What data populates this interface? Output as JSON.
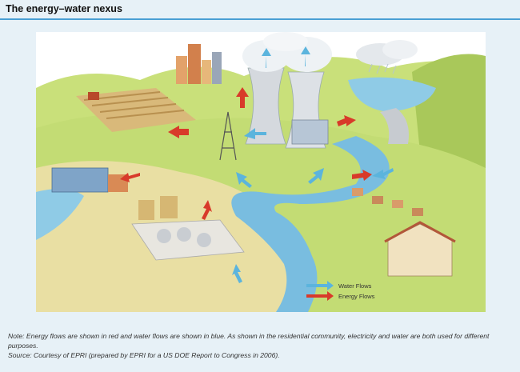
{
  "title": "The energy–water nexus",
  "legend": {
    "water": {
      "label": "Water Flows",
      "color": "#5bb4dd"
    },
    "energy": {
      "label": "Energy Flows",
      "color": "#d83a2a"
    }
  },
  "notes": {
    "note": "Note: Energy flows are shown in red and water flows are shown in blue. As shown in the residential community, electricity and water are both used for different purposes.",
    "source": "Source: Courtesy of EPRI (prepared by EPRI for a US DOE Report to Congress in 2006)."
  },
  "colors": {
    "frame_bg": "#e7f1f7",
    "title_rule": "#4a9fd4",
    "sky": "#ffffff",
    "hills": "#bcd668",
    "river": "#79bde0",
    "land": "#e6dc9a"
  }
}
